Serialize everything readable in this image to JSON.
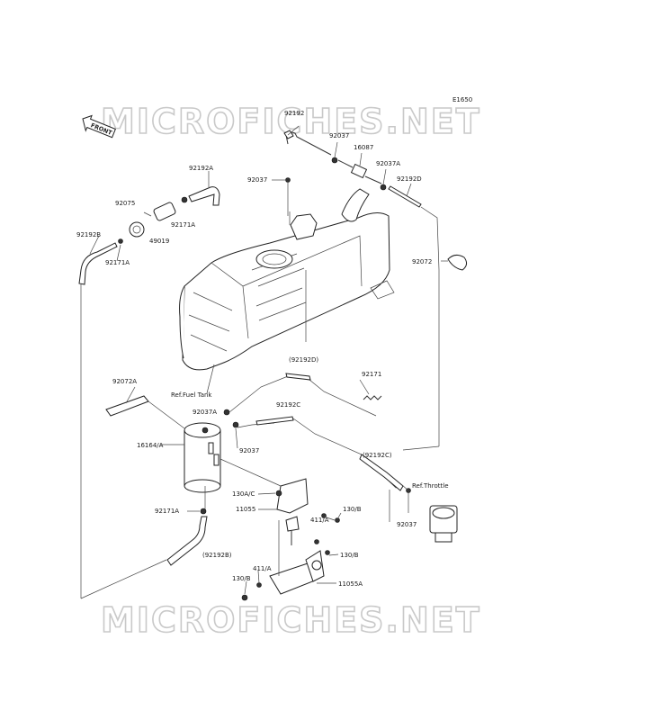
{
  "diagram": {
    "code": "E1650",
    "watermark": "MICROFICHES.NET",
    "front_label": "FRONT",
    "parts": [
      "92192",
      "92037",
      "16087",
      "92037A",
      "92192D",
      "92037",
      "92192A",
      "92075",
      "92171A",
      "49019",
      "92192B",
      "92171A",
      "92072",
      "Ref.Fuel Tank",
      "(92192D)",
      "92171",
      "92072A",
      "92037A",
      "92192C",
      "92037",
      "16164/A",
      "(92192C)",
      "Ref.Throttle",
      "130A/C",
      "11055",
      "130/B",
      "411/A",
      "92171A",
      "92037",
      "130/B",
      "(92192B)",
      "411/A",
      "130/B",
      "11055A"
    ]
  }
}
